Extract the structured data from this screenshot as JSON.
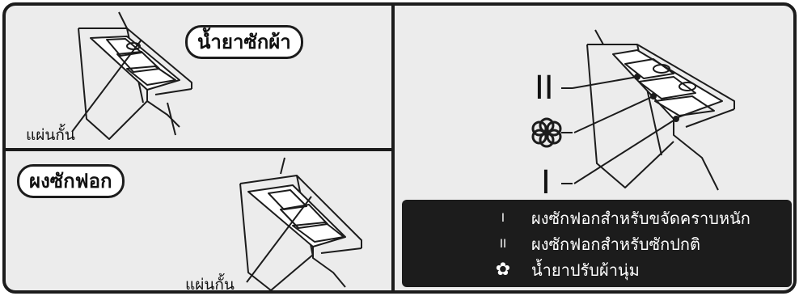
{
  "top_left": {
    "badge": "น้ำยาซักผ้า",
    "divider_label": "แผ่นกั้น"
  },
  "bottom_left": {
    "badge": "ผงซักฟอก",
    "divider_label": "แผ่นกั้น"
  },
  "right": {
    "callouts": [
      {
        "symbol": "II",
        "icon": "double-bar-icon"
      },
      {
        "symbol": "",
        "icon": "flower-icon"
      },
      {
        "symbol": "I",
        "icon": "single-bar-icon"
      }
    ]
  },
  "legend": {
    "rows": [
      {
        "symbol": "I",
        "text": "ผงซักฟอกสำหรับขจัดคราบหนัก"
      },
      {
        "symbol": "II",
        "text": "ผงซักฟอกสำหรับซักปกติ"
      },
      {
        "symbol": "✿",
        "icon": "flower-icon",
        "text": "น้ำยาปรับผ้านุ่ม"
      }
    ]
  },
  "colors": {
    "panel_bg": "#ececec",
    "frame": "#1c1c1c",
    "legend_bg": "#1c1c1c",
    "legend_text": "#ffffff"
  }
}
